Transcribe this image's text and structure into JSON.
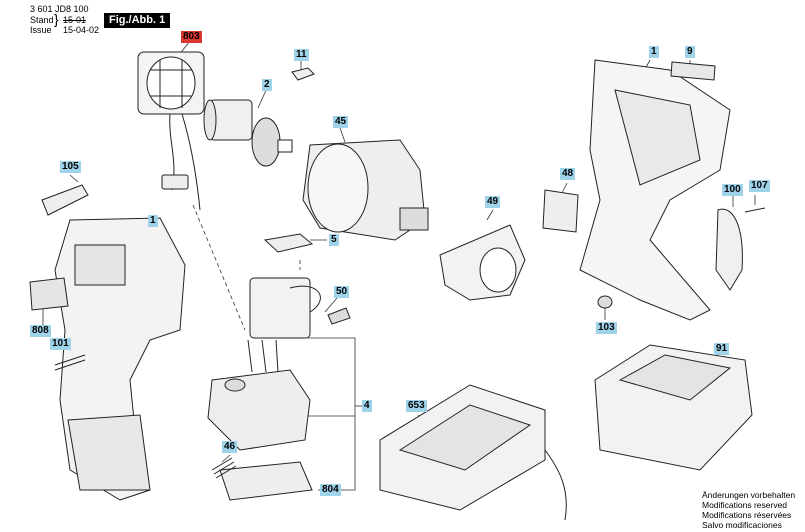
{
  "header": {
    "part_number": "3 601 JD8 100",
    "stand_label": "Stand",
    "issue_label": "Issue",
    "stand_date_struck": "15-01",
    "issue_date": "15-04-02",
    "figure_label": "Fig./Abb. 1"
  },
  "callouts": {
    "p803": "803",
    "p11": "11",
    "p2": "2",
    "p45": "45",
    "p1_left": "1",
    "p1_right": "1",
    "p9": "9",
    "p105": "105",
    "p48": "48",
    "p100": "100",
    "p107": "107",
    "p49": "49",
    "p5": "5",
    "p50": "50",
    "p808": "808",
    "p101": "101",
    "p103": "103",
    "p91": "91",
    "p4": "4",
    "p653": "653",
    "p46": "46",
    "p804": "804"
  },
  "notes": [
    "Änderungen vorbehalten",
    "Modifications reserved",
    "Modifications réservées",
    "Salvo modificaciones"
  ]
}
